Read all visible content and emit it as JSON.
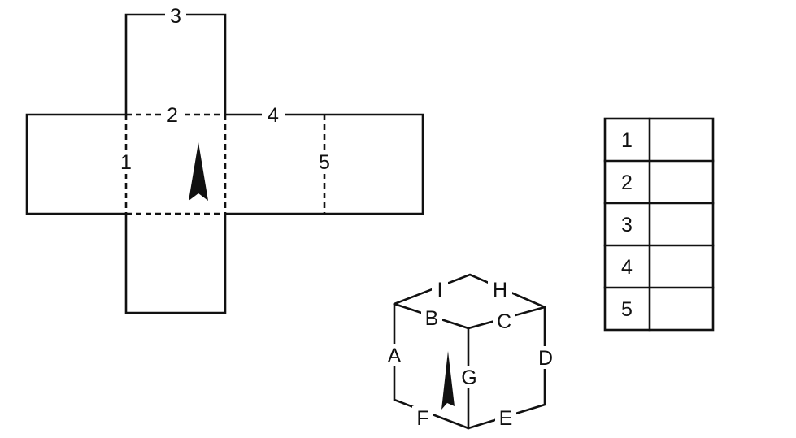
{
  "net": {
    "edge_labels": [
      "3",
      "2",
      "4",
      "1",
      "5"
    ]
  },
  "cube": {
    "edge_labels": [
      "I",
      "H",
      "B",
      "C",
      "A",
      "D",
      "G",
      "F",
      "E"
    ]
  },
  "answer_table": {
    "rows": [
      {
        "number": "1",
        "answer": ""
      },
      {
        "number": "2",
        "answer": ""
      },
      {
        "number": "3",
        "answer": ""
      },
      {
        "number": "4",
        "answer": ""
      },
      {
        "number": "5",
        "answer": ""
      }
    ]
  }
}
